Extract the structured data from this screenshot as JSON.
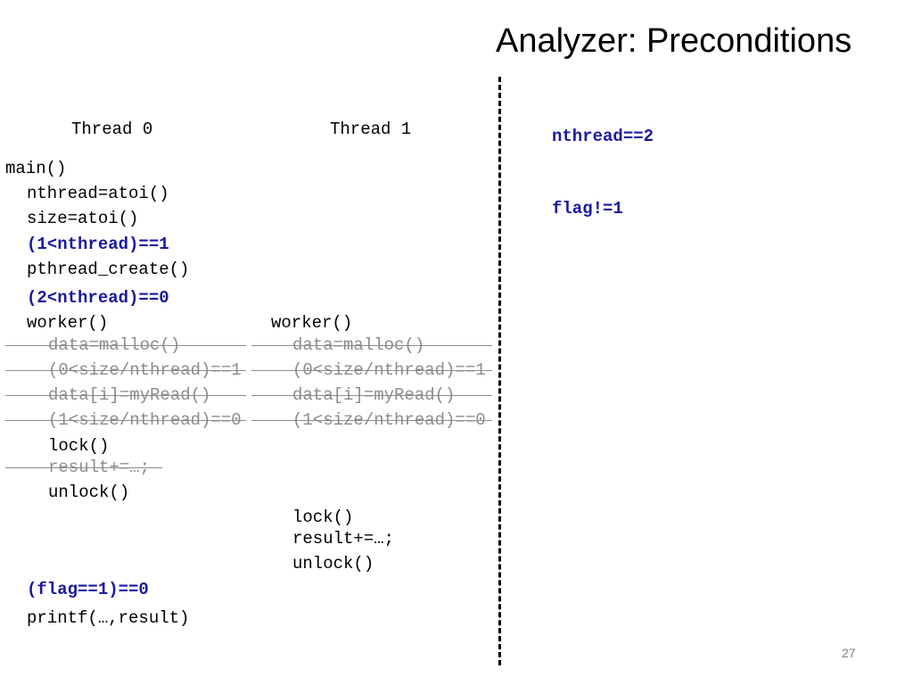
{
  "slide": {
    "title": "Analyzer: Preconditions",
    "page_number": "27"
  },
  "headers": {
    "thread0": "Thread 0",
    "thread1": "Thread 1"
  },
  "thread0": {
    "main": "main()",
    "nthread": "nthread=atoi()",
    "size": "size=atoi()",
    "cond1": "(1<nthread)==1",
    "pthread": "pthread_create()",
    "cond2": "(2<nthread)==0",
    "worker": "worker()",
    "malloc": "data=malloc()",
    "cond3": "(0<size/nthread)==1",
    "myread": "data[i]=myRead()",
    "cond4": "(1<size/nthread)==0",
    "lock": "lock()",
    "result": "result+=…;",
    "unlock": "unlock()",
    "cond_flag": "(flag==1)==0",
    "printf": "printf(…,result)"
  },
  "thread1": {
    "worker": "worker()",
    "malloc": "data=malloc()",
    "cond3": "(0<size/nthread)==1",
    "myread": "data[i]=myRead()",
    "cond4": "(1<size/nthread)==0",
    "lock": "lock()",
    "result": "result+=…;",
    "unlock": "unlock()"
  },
  "preconditions": {
    "p1": "nthread==2",
    "p2": "flag!=1"
  },
  "colors": {
    "condition": "#1a1aa0",
    "struck": "#8c8c8c"
  }
}
